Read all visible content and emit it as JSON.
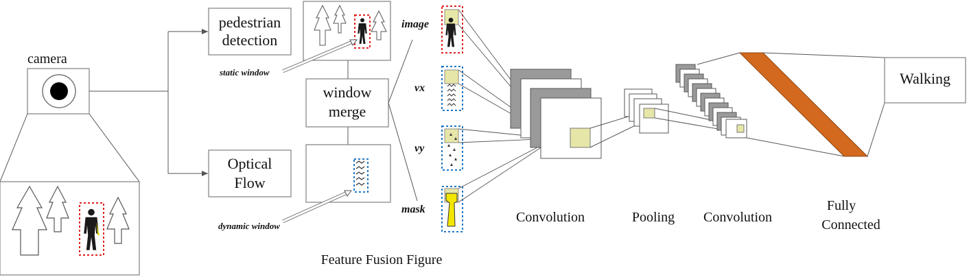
{
  "diagram": {
    "caption": "Feature Fusion Figure",
    "nodes": {
      "camera": "camera",
      "pedestrian_detection": [
        "pedestrian",
        "detection"
      ],
      "optical_flow": [
        "Optical",
        "Flow"
      ],
      "window_merge": [
        "window",
        "merge"
      ],
      "walking": "Walking"
    },
    "annotations": {
      "static_window": "static window",
      "dynamic_window": "dynamic window"
    },
    "features": {
      "image": "image",
      "vx": "vx",
      "vy": "vy",
      "mask": "mask"
    },
    "layers": {
      "convolution_1": "Convolution",
      "pooling": "Pooling",
      "convolution_2": "Convolution",
      "fully_connected": [
        "Fully",
        "Connected"
      ]
    },
    "colors": {
      "red_box": "#e02020",
      "blue_box": "#1f77c4",
      "fc_band": "#d2691e",
      "feature_fill": "#e6e6a8",
      "mask_fill": "#f2e600"
    },
    "icons": [
      "camera-lens-icon",
      "tree-icon",
      "pedestrian-icon"
    ]
  }
}
